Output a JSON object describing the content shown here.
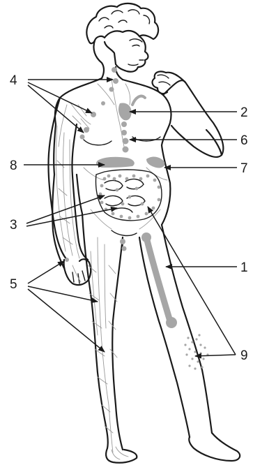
{
  "callouts": [
    {
      "id": "1",
      "label": "1"
    },
    {
      "id": "2",
      "label": "2"
    },
    {
      "id": "3",
      "label": "3"
    },
    {
      "id": "4",
      "label": "4"
    },
    {
      "id": "5",
      "label": "5"
    },
    {
      "id": "6",
      "label": "6"
    },
    {
      "id": "7",
      "label": "7"
    },
    {
      "id": "8",
      "label": "8"
    },
    {
      "id": "9",
      "label": "9"
    }
  ],
  "colors": {
    "outline": "#1a1a1a",
    "organ_fill": "#a6a6a6",
    "vessel": "#9a9a9a",
    "background": "#ffffff"
  }
}
